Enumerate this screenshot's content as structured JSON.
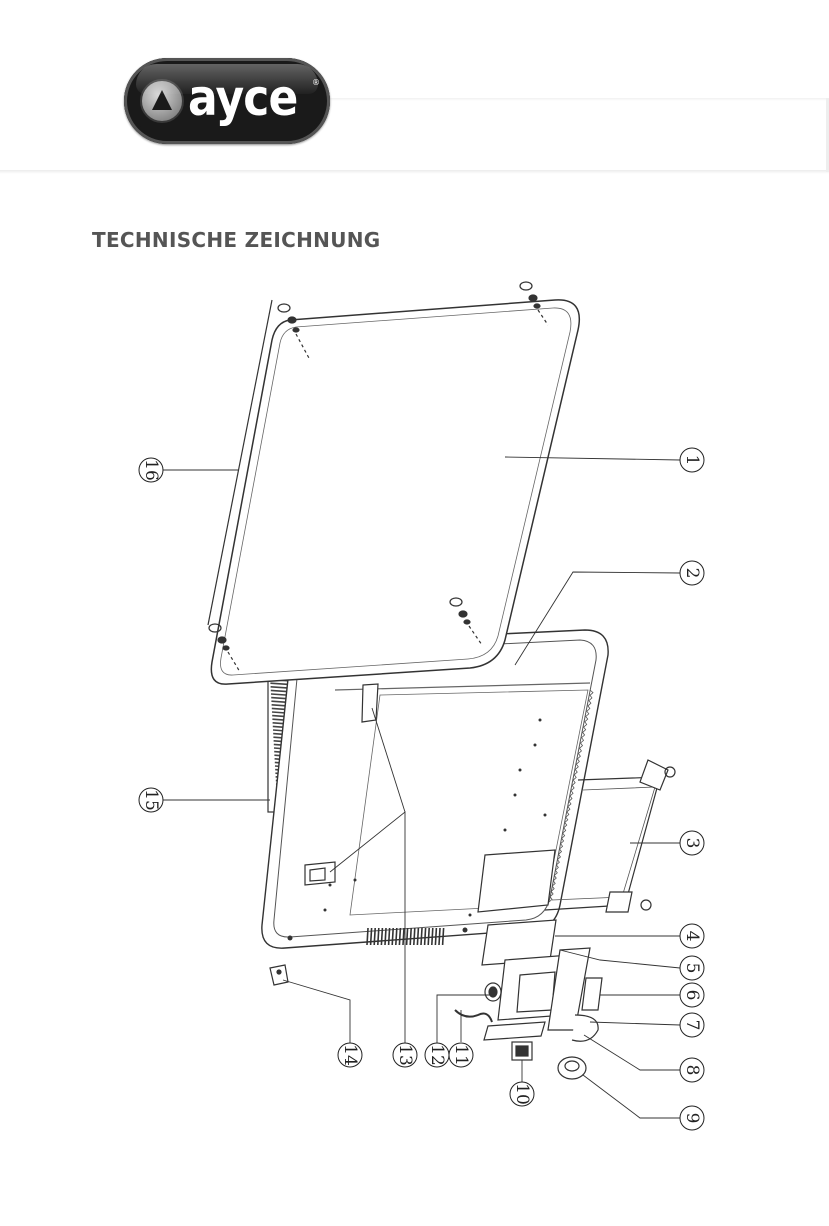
{
  "brand": {
    "name": "ayce",
    "registered_mark": "®",
    "logo_icon": "triangle-up-icon",
    "colors": {
      "logo_bg": "#1a1a1a",
      "logo_text": "#ffffff",
      "title": "#555555"
    }
  },
  "section_title": "TECHNISCHE ZEICHNUNG",
  "callouts": [
    {
      "id": "c1",
      "label": "1"
    },
    {
      "id": "c2",
      "label": "2"
    },
    {
      "id": "c3",
      "label": "3"
    },
    {
      "id": "c4",
      "label": "4"
    },
    {
      "id": "c5",
      "label": "5"
    },
    {
      "id": "c6",
      "label": "6"
    },
    {
      "id": "c7",
      "label": "7"
    },
    {
      "id": "c8",
      "label": "8"
    },
    {
      "id": "c9",
      "label": "9"
    },
    {
      "id": "c10",
      "label": "10"
    },
    {
      "id": "c11",
      "label": "11"
    },
    {
      "id": "c12",
      "label": "12"
    },
    {
      "id": "c13",
      "label": "13"
    },
    {
      "id": "c14",
      "label": "14"
    },
    {
      "id": "c15",
      "label": "15"
    },
    {
      "id": "c16",
      "label": "16"
    }
  ]
}
